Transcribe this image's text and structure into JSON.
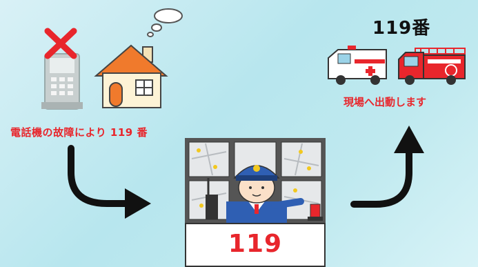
{
  "header": {
    "title": "119番"
  },
  "left_panel": {
    "caption": "電話機の故障により 119 番"
  },
  "right_panel": {
    "caption": "現場へ出動します"
  },
  "center": {
    "desk_number": "119"
  },
  "colors": {
    "accent_red": "#e8262c",
    "background": "#c7ecf1",
    "arrow": "#111111"
  },
  "icons": [
    "cross-icon",
    "telephone-icon",
    "house-icon",
    "thought-bubble-icon",
    "ambulance-icon",
    "fire-engine-icon",
    "dispatcher-icon",
    "arrow-icon"
  ]
}
